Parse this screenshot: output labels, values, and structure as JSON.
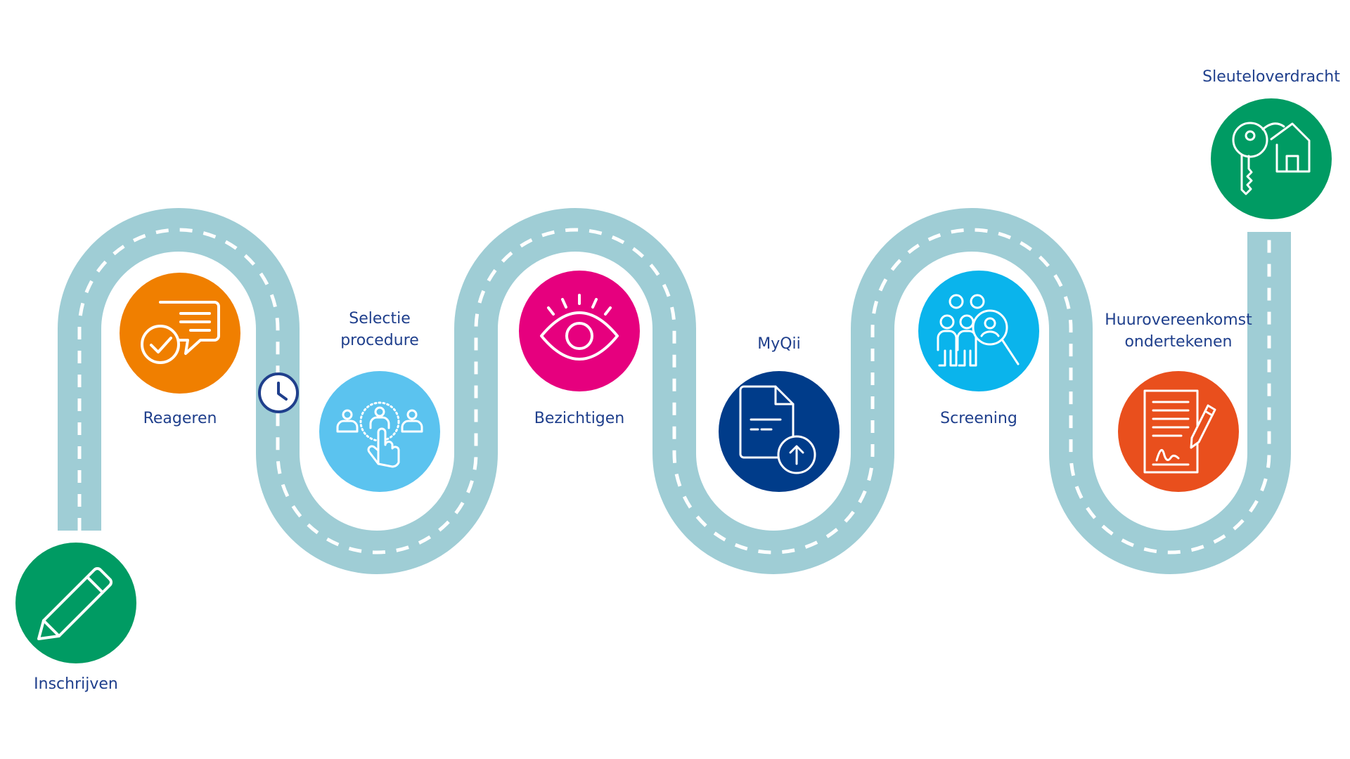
{
  "road_color": "#9fcdd5",
  "dash_color": "#ffffff",
  "label_color": "#1f3f8c",
  "steps": [
    {
      "id": "inschrijven",
      "label": "Inschrijven",
      "icon": "pencil-icon",
      "color": "#009b63"
    },
    {
      "id": "reageren",
      "label": "Reageren",
      "icon": "chat-check-icon",
      "color": "#f07f00"
    },
    {
      "id": "selectie",
      "label": "Selectie\nprocedure",
      "icon": "people-select-icon",
      "color": "#5bc3ef"
    },
    {
      "id": "bezichtigen",
      "label": "Bezichtigen",
      "icon": "eye-icon",
      "color": "#e6007e"
    },
    {
      "id": "myqii",
      "label": "MyQii",
      "icon": "document-upload-icon",
      "color": "#003c8a"
    },
    {
      "id": "screening",
      "label": "Screening",
      "icon": "people-search-icon",
      "color": "#0ab4ec"
    },
    {
      "id": "huurovereenkomst",
      "label": "Huurovereenkomst\nondertekenen",
      "icon": "contract-sign-icon",
      "color": "#e94f1d"
    },
    {
      "id": "sleuteloverdracht",
      "label": "Sleuteloverdracht",
      "icon": "key-house-icon",
      "color": "#009b63"
    }
  ],
  "clock": {
    "icon": "clock-icon",
    "color": "#1f3f8c"
  }
}
